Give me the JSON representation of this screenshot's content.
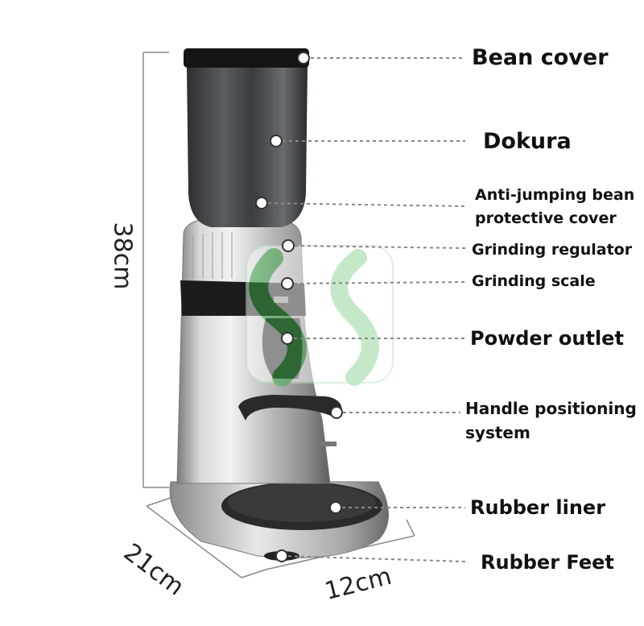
{
  "dimensions": {
    "height": "38cm",
    "depth": "21cm",
    "width": "12cm"
  },
  "callouts": {
    "bean_cover": "Bean cover",
    "dokura": "Dokura",
    "anti_jumping_line1": "Anti-jumping bean",
    "anti_jumping_line2": "protective cover",
    "grinding_regulator": "Grinding regulator",
    "grinding_scale": "Grinding scale",
    "powder_outlet": "Powder outlet",
    "handle_line1": "Handle positioning",
    "handle_line2": "system",
    "rubber_liner": "Rubber liner",
    "rubber_feet": "Rubber Feet"
  },
  "colors": {
    "steel_light": "#e6e6e6",
    "steel_dark": "#6e6e6e",
    "hopper": "#3a3d40",
    "black": "#1c1c1c",
    "watermark_green": "#3fae49"
  },
  "watermark": "green-s-logo"
}
